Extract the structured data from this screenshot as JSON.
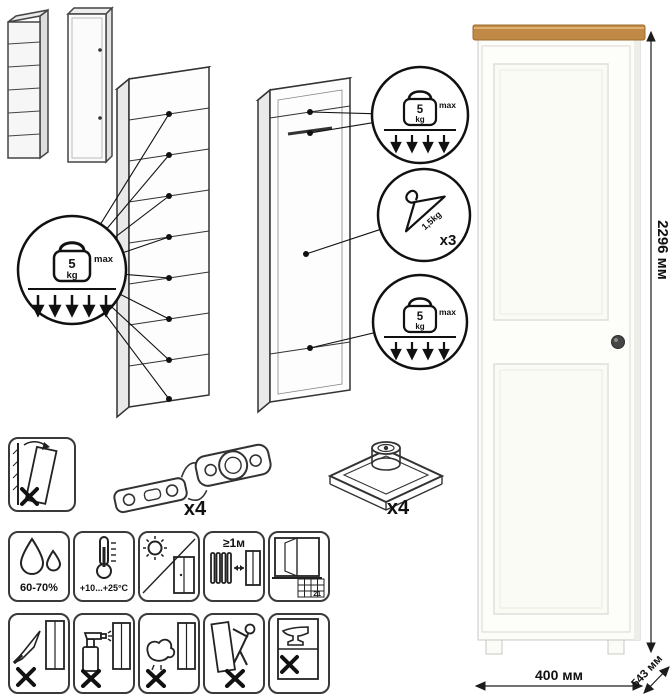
{
  "colors": {
    "line": "#333333",
    "dark": "#111111",
    "wood": "#c08a46",
    "wood_light": "#e0b070",
    "wardrobe_white": "#fcfcf9",
    "knob": "#454545"
  },
  "callouts": {
    "shelf_limit": {
      "value": "5",
      "unit": "kg",
      "max_label": "max"
    },
    "top_limit": {
      "value": "5",
      "unit": "kg",
      "max_label": "max"
    },
    "bottom_limit": {
      "value": "5",
      "unit": "kg",
      "max_label": "max"
    },
    "hanger": {
      "weight": "1,5kg",
      "count": "x3"
    }
  },
  "hardware": {
    "hinge_count": "x4",
    "foot_count": "x4"
  },
  "dimensions": {
    "height": "2296 мм",
    "width": "400 мм",
    "depth": "543 мм"
  },
  "care": {
    "humidity": "60-70%",
    "temperature": "+10...+25°C",
    "distance": "≥1м",
    "vent_number": "21"
  },
  "icons": {
    "weight": "kettlebell-weight-icon",
    "hanger": "clothes-hanger-icon",
    "hinge": "concealed-hinge-icon",
    "foot": "adjustable-foot-icon",
    "anti_tip": "wall-anchor-warning-icon",
    "humidity": "water-drops-icon",
    "temperature": "thermometer-icon",
    "sunlight": "no-direct-sunlight-icon",
    "distance": "heater-distance-icon",
    "ventilation": "ventilated-room-icon",
    "no_sharp": "no-sharp-tools-icon",
    "no_solvent": "no-spray-cleaner-icon",
    "no_wet": "no-wet-cloth-icon",
    "no_drag": "do-not-drag-icon",
    "no_heavy": "no-heavy-load-icon"
  }
}
